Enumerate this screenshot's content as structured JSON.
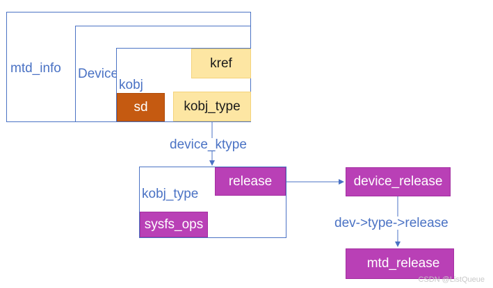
{
  "nodes": {
    "mtd_info": "mtd_info",
    "device": "Device",
    "kobj": "kobj",
    "kref": "kref",
    "sd": "sd",
    "kobj_type_inner": "kobj_type",
    "kobj_type_outer": "kobj_type",
    "release": "release",
    "sysfs_ops": "sysfs_ops",
    "device_release": "device_release",
    "mtd_release": "mtd_release"
  },
  "edges": {
    "device_ktype": "device_ktype",
    "dev_type_release": "dev->type->release"
  },
  "watermark": "CSDN @ListQueue",
  "colors": {
    "line": "#4a72c4",
    "yellow_fill": "#fde6a3",
    "orange_fill": "#c55a11",
    "magenta_fill": "#b940b6"
  }
}
